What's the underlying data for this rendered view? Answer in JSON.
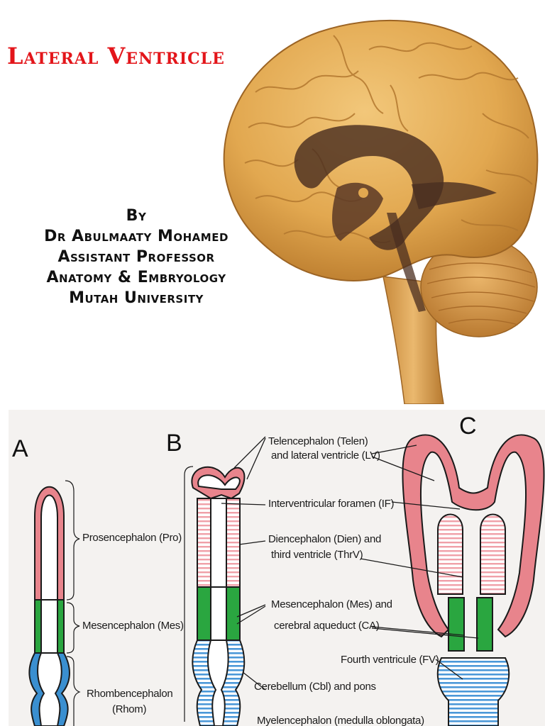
{
  "title": "Lateral Ventricle",
  "byline": {
    "by": "By",
    "author": "Dr Abulmaaty Mohamed",
    "position": "Assistant Professor",
    "department": "Anatomy & Embryology",
    "university": "Mutah University"
  },
  "colors": {
    "title": "#e3151a",
    "prosencephalon": "#e8848c",
    "mesencephalon": "#2aa640",
    "rhombencephalon": "#3a8fd0",
    "brain": "#e2a850",
    "ventricle": "#4a2e20"
  },
  "diagram": {
    "panels": [
      "A",
      "B",
      "C"
    ],
    "labels": {
      "telencephalon_1": "Telencephalon (Telen)",
      "telencephalon_2": "and lateral ventricle (LV)",
      "interventricular": "Interventricular foramen (IF)",
      "prosencephalon": "Prosencephalon (Pro)",
      "diencephalon_1": "Diencephalon (Dien) and",
      "diencephalon_2": "third ventricle (ThrV)",
      "mesencephalon_b_1": "Mesencephalon (Mes) and",
      "mesencephalon_b_2": "cerebral aqueduct (CA)",
      "mesencephalon_a": "Mesencephalon (Mes)",
      "fourth_ventricle": "Fourth ventricule (FV)",
      "rhombencephalon_1": "Rhombencephalon",
      "rhombencephalon_2": "(Rhom)",
      "cerebellum": "Cerebellum (Cbl) and pons",
      "myelencephalon": "Myelencephalon (medulla oblongata)"
    }
  }
}
